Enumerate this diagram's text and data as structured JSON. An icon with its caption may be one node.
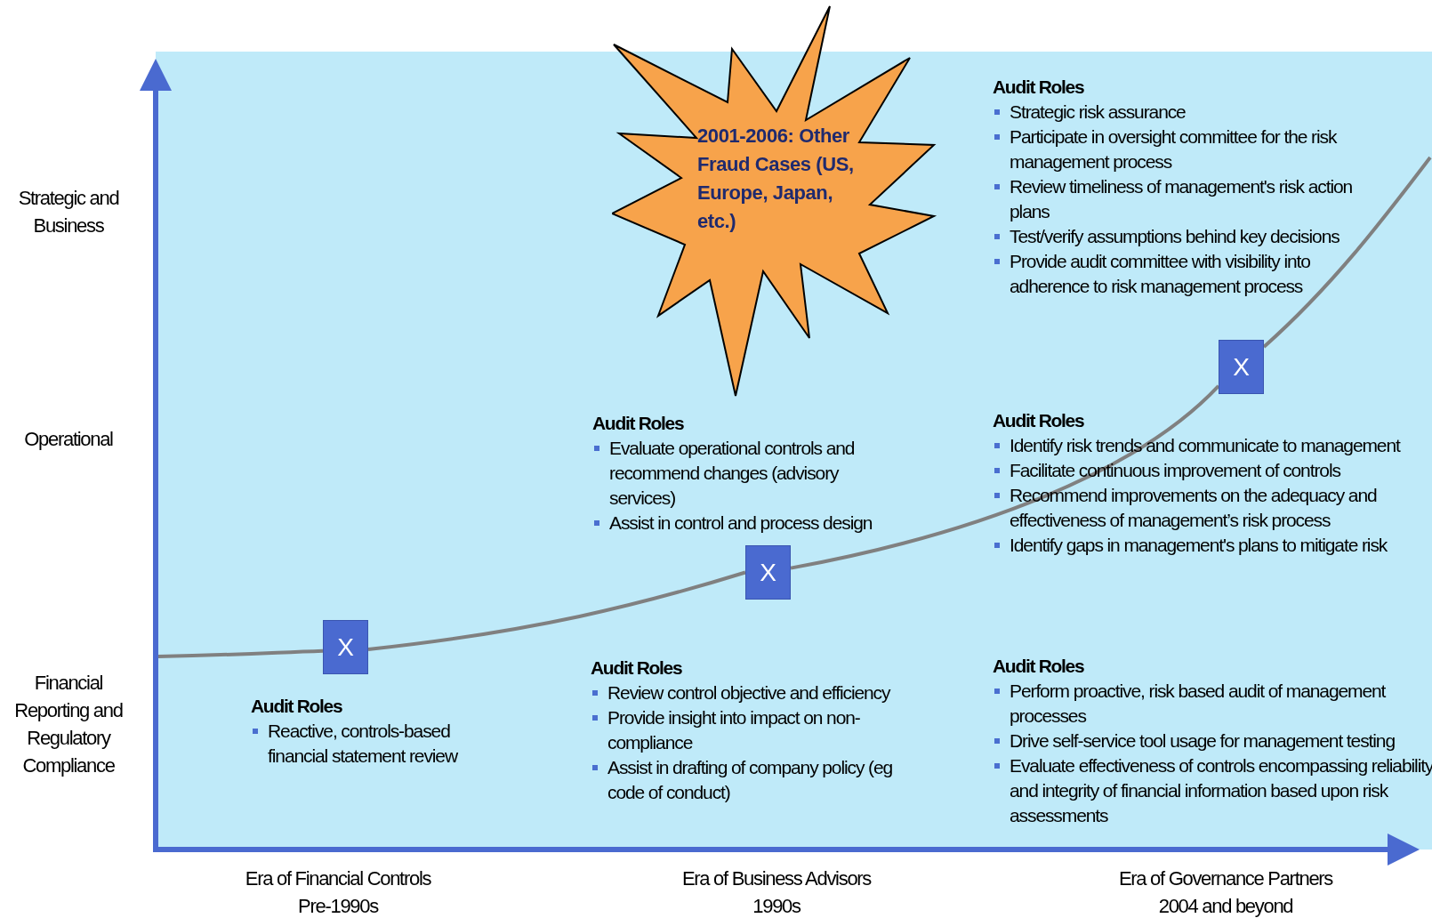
{
  "diagram": {
    "nodes": [
      {
        "text": [
          "2001-2006: Other Fraud Cases (US, Europe, Japan, etc.)"
        ]
      },
      {
        "text": [
          "X"
        ]
      },
      {
        "text": [
          "X"
        ]
      },
      {
        "text": [
          "X"
        ]
      }
    ],
    "edges": [
      {
        "from": null,
        "to": 1,
        "arrow": "none"
      },
      {
        "from": 1,
        "to": 2,
        "arrow": "none"
      },
      {
        "from": 2,
        "to": 3,
        "arrow": "none"
      },
      {
        "from": 3,
        "to": null,
        "arrow": "none"
      }
    ],
    "labels": [
      "Strategic and Business",
      "Operational",
      "Financial Reporting and Regulatory Compliance",
      "Audit Roles",
      "Strategic risk assurance",
      "Participate in oversight committee for the risk management process",
      "Review timeliness of management's risk action plans",
      "Test/verify assumptions behind key decisions",
      "Provide audit committee with visibility into adherence to risk management process",
      "Audit Roles",
      "Evaluate operational controls and recommend changes (advisory services)",
      "Assist in control and process design",
      "Audit Roles",
      "Identify risk trends and communicate to management",
      "Facilitate continuous improvement of controls",
      "Recommend improvements on the adequacy and effectiveness of management’s risk process",
      "Identify gaps in management's plans to mitigate risk",
      "Audit Roles",
      "Reactive, controls-based financial statement review",
      "Audit Roles",
      "Review control objective and efficiency",
      "Provide insight into impact on non-compliance",
      "Assist in drafting of company policy (eg code of conduct)",
      "Audit Roles",
      "Perform proactive, risk based audit of management processes",
      "Drive self-service tool usage for management testing",
      "Evaluate effectiveness of controls encompassing reliability and integrity of financial information based upon risk assessments",
      "Era of Financial Controls",
      "Pre-1990s",
      "Era of Business Advisors",
      "1990s",
      "Era of Governance Partners",
      "2004 and beyond"
    ]
  }
}
